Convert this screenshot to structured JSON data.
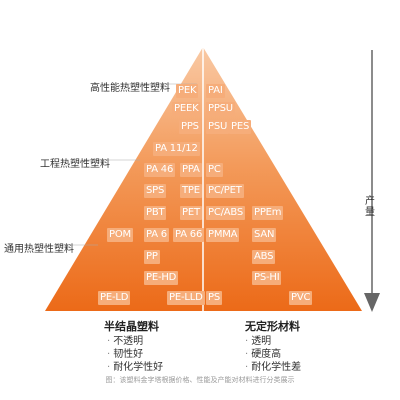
{
  "tiers": {
    "high": "高性能热塑性塑料",
    "engineering": "工程热塑性塑料",
    "general": "通用热塑性塑料"
  },
  "left": {
    "heading": "半结晶塑料",
    "props": [
      "不透明",
      "韧性好",
      "耐化学性好"
    ],
    "materials": [
      "PEK",
      "PEEK",
      "PPS",
      "PA 11/12",
      "PA 46",
      "PPA",
      "SPS",
      "TPE",
      "PBT",
      "PET",
      "POM",
      "PA 6",
      "PA 66",
      "PP",
      "PE-HD",
      "PE-LD",
      "PE-LLD"
    ]
  },
  "right": {
    "heading": "无定形材料",
    "props": [
      "透明",
      "硬度高",
      "耐化学性差"
    ],
    "materials": [
      "PAI",
      "PPSU",
      "PSU",
      "PES",
      "PC",
      "PC/PET",
      "PC/ABS",
      "PPEm",
      "PMMA",
      "SAN",
      "ABS",
      "PS-HI",
      "PS",
      "PVC"
    ]
  },
  "axis_label": "产量",
  "caption": "图：该塑料金字塔根据价格、性能及产能对材料进行分类展示",
  "colors": {
    "pyramid_top": "#f9c9a4",
    "pyramid_bottom": "#ef6f1e",
    "box": "#f6ad7a",
    "arrow": "#666666"
  }
}
